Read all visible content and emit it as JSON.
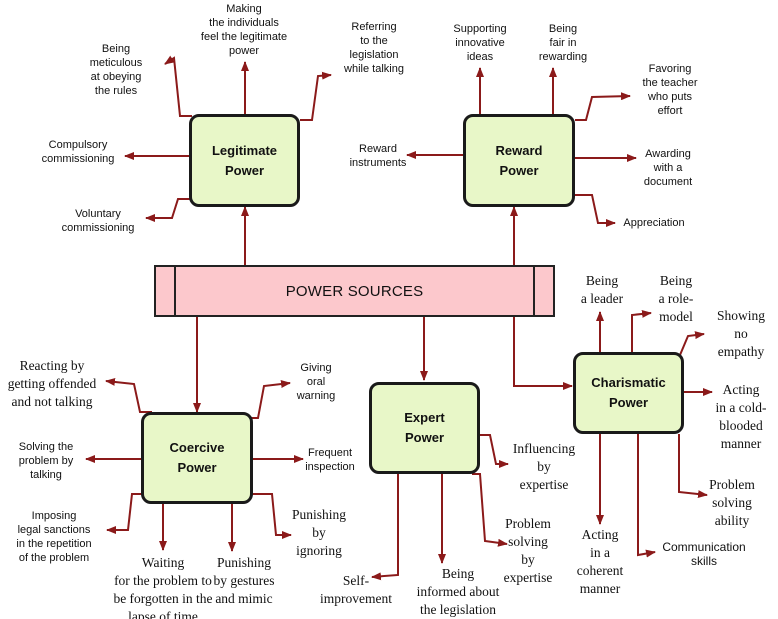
{
  "center": "POWER SOURCES",
  "nodes": {
    "legitimate": "Legitimate\nPower",
    "reward": "Reward\nPower",
    "coercive": "Coercive\nPower",
    "expert": "Expert\nPower",
    "charismatic": "Charismatic\nPower"
  },
  "legitimate_items": {
    "meticulous": "Being\nmeticulous\nat obeying\nthe rules",
    "feel": "Making\nthe individuals\nfeel the legitimate\npower",
    "referring": "Referring\nto the\nlegislation\nwhile talking",
    "compulsory": "Compulsory\ncommissioning",
    "voluntary": "Voluntary\ncommissioning"
  },
  "reward_items": {
    "supporting": "Supporting\ninnovative\nideas",
    "fair": "Being\nfair in\nrewarding",
    "favoring": "Favoring\nthe teacher\nwho puts\neffort",
    "instruments": "Reward\ninstruments",
    "document": "Awarding\nwith a\ndocument",
    "appreciation": "Appreciation"
  },
  "coercive_items": {
    "offended": "Reacting by\ngetting offended\nand not talking",
    "warning": "Giving\noral\nwarning",
    "solving": "Solving the\nproblem by\ntalking",
    "inspection": "Frequent\ninspection",
    "sanctions": "Imposing\nlegal sanctions\nin the repetition\nof the problem",
    "waiting": "Waiting\nfor the problem to\nbe forgotten in the\nlapse of time",
    "gestures": "Punishing\nby gestures\nand mimic",
    "ignoring": "Punishing\nby\nignoring"
  },
  "expert_items": {
    "influencing": "Influencing\nby\nexpertise",
    "problem": "Problem\nsolving\nby\nexpertise",
    "informed": "Being\ninformed about\nthe legislation",
    "self": "Self-\nimprovement"
  },
  "charismatic_items": {
    "leader": "Being\na leader",
    "role": "Being\na role-\nmodel",
    "empathy": "Showing\nno\nempathy",
    "cold": "Acting\nin a cold-\nblooded\nmanner",
    "problem": "Problem\nsolving\nability",
    "communication": "Communication\nskills",
    "coherent": "Acting\nin a\ncoherent\nmanner"
  },
  "colors": {
    "arrow": "#8b1a1a",
    "node_fill": "#e8f7c8",
    "core_fill": "#fcc8cc",
    "border": "#1a1a1a"
  }
}
